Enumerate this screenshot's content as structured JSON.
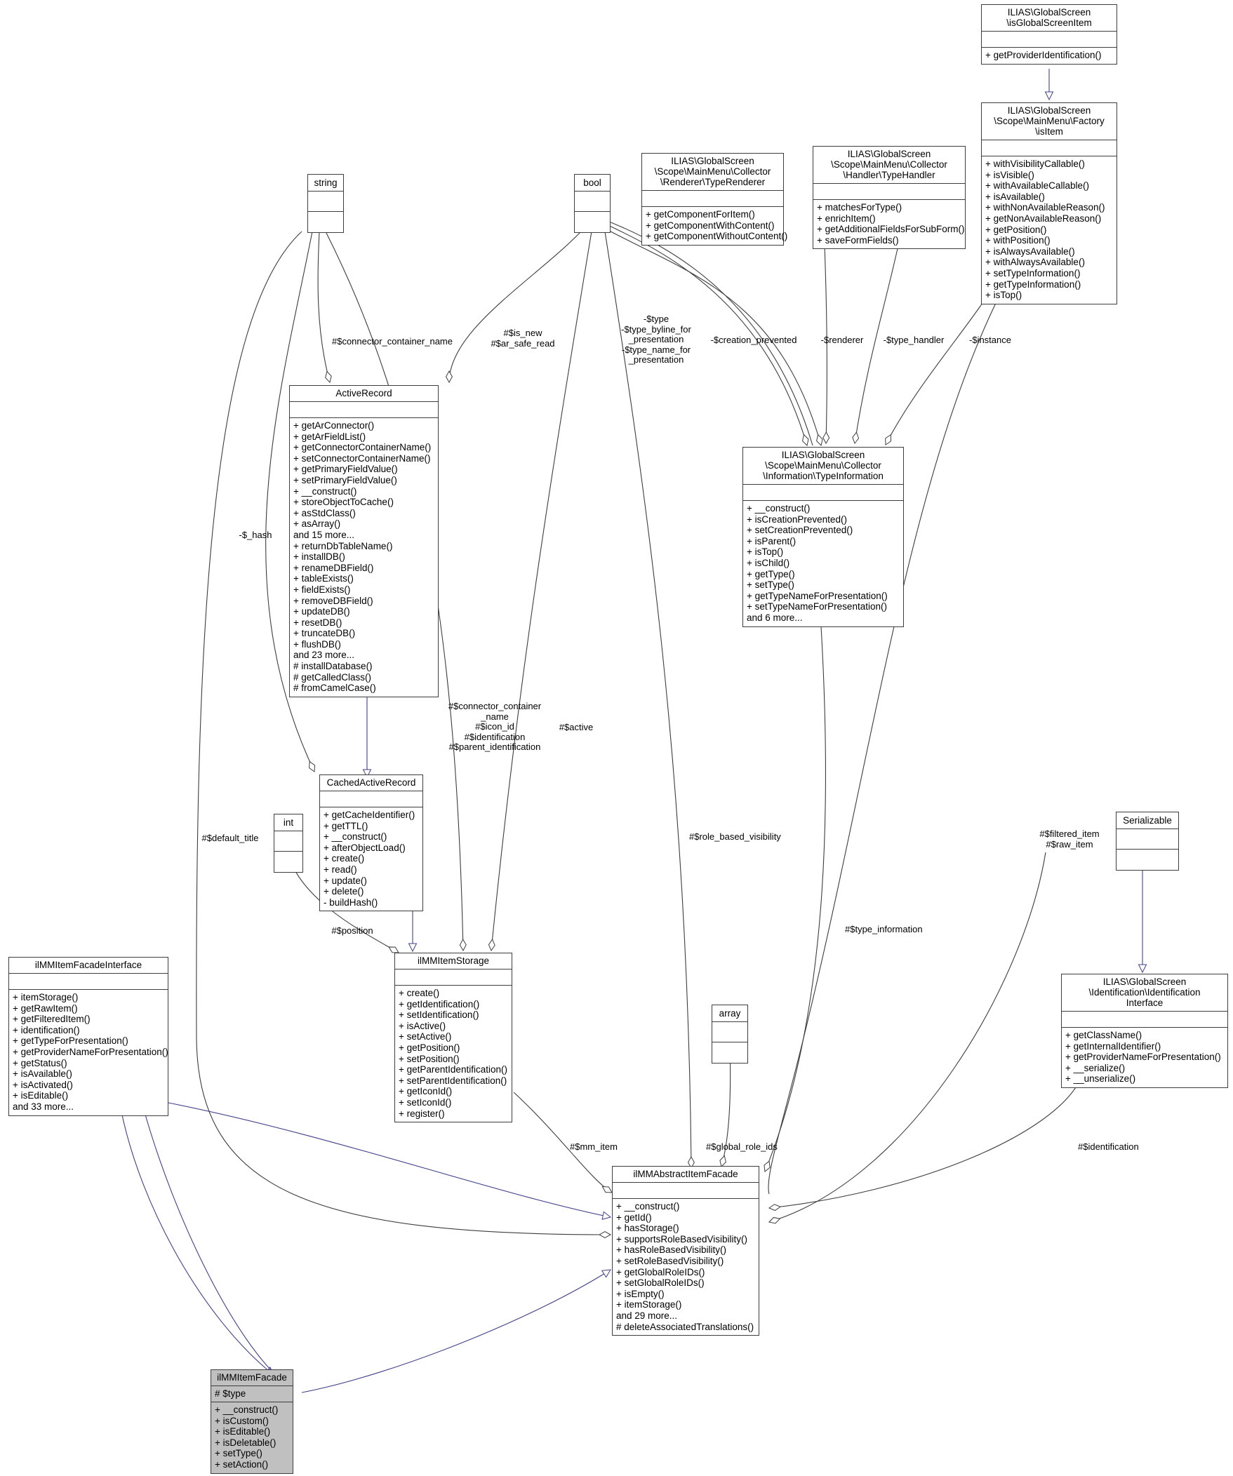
{
  "diagram": {
    "type": "uml-class-diagram",
    "title": "ilMMItemFacade Collaboration Diagram",
    "background": "#ffffff",
    "line_color": "#3d3d3d",
    "inherit_color": "#41418c",
    "highlight_fill": "#c0c0c0"
  },
  "nodes": [
    {
      "id": "isGlobalScreenItem",
      "title": "ILIAS\\GlobalScreen\n\\isGlobalScreenItem",
      "attrs": [],
      "ops": [
        "+ getProviderIdentification()"
      ],
      "filled": false
    },
    {
      "id": "isItem",
      "title": "ILIAS\\GlobalScreen\n\\Scope\\MainMenu\\Factory\n\\isItem",
      "attrs": [],
      "ops": [
        "+ withVisibilityCallable()",
        "+ isVisible()",
        "+ withAvailableCallable()",
        "+ isAvailable()",
        "+ withNonAvailableReason()",
        "+ getNonAvailableReason()",
        "+ getPosition()",
        "+ withPosition()",
        "+ isAlwaysAvailable()",
        "+ withAlwaysAvailable()",
        "+ setTypeInformation()",
        "+ getTypeInformation()",
        "+ isTop()"
      ],
      "filled": false
    },
    {
      "id": "string",
      "title": "string",
      "attrs": [],
      "ops": [],
      "filled": false
    },
    {
      "id": "bool",
      "title": "bool",
      "attrs": [],
      "ops": [],
      "filled": false
    },
    {
      "id": "int",
      "title": "int",
      "attrs": [],
      "ops": [],
      "filled": false
    },
    {
      "id": "array",
      "title": "array",
      "attrs": [],
      "ops": [],
      "filled": false
    },
    {
      "id": "Serializable",
      "title": "Serializable",
      "attrs": [],
      "ops": [],
      "filled": false
    },
    {
      "id": "TypeRenderer",
      "title": "ILIAS\\GlobalScreen\n\\Scope\\MainMenu\\Collector\n\\Renderer\\TypeRenderer",
      "attrs": [],
      "ops": [
        "+ getComponentForItem()",
        "+ getComponentWithContent()",
        "+ getComponentWithoutContent()"
      ],
      "filled": false
    },
    {
      "id": "TypeHandler",
      "title": "ILIAS\\GlobalScreen\n\\Scope\\MainMenu\\Collector\n\\Handler\\TypeHandler",
      "attrs": [],
      "ops": [
        "+ matchesForType()",
        "+ enrichItem()",
        "+ getAdditionalFieldsForSubForm()",
        "+ saveFormFields()"
      ],
      "filled": false
    },
    {
      "id": "TypeInformation",
      "title": "ILIAS\\GlobalScreen\n\\Scope\\MainMenu\\Collector\n\\Information\\TypeInformation",
      "attrs": [],
      "ops": [
        "+ __construct()",
        "+ isCreationPrevented()",
        "+ setCreationPrevented()",
        "+ isParent()",
        "+ isTop()",
        "+ isChild()",
        "+ getType()",
        "+ setType()",
        "+ getTypeNameForPresentation()",
        "+ setTypeNameForPresentation()",
        "and 6 more..."
      ],
      "filled": false
    },
    {
      "id": "ActiveRecord",
      "title": "ActiveRecord",
      "attrs": [],
      "ops": [
        "+ getArConnector()",
        "+ getArFieldList()",
        "+ getConnectorContainerName()",
        "+ setConnectorContainerName()",
        "+ getPrimaryFieldValue()",
        "+ setPrimaryFieldValue()",
        "+ __construct()",
        "+ storeObjectToCache()",
        "+ asStdClass()",
        "+ asArray()",
        "and 15 more...",
        "+ returnDbTableName()",
        "+ installDB()",
        "+ renameDBField()",
        "+ tableExists()",
        "+ fieldExists()",
        "+ removeDBField()",
        "+ updateDB()",
        "+ resetDB()",
        "+ truncateDB()",
        "+ flushDB()",
        "and 23 more...",
        "# installDatabase()",
        "# getCalledClass()",
        "# fromCamelCase()"
      ],
      "filled": false
    },
    {
      "id": "CachedActiveRecord",
      "title": "CachedActiveRecord",
      "attrs": [],
      "ops": [
        "+ getCacheIdentifier()",
        "+ getTTL()",
        "+ __construct()",
        "+ afterObjectLoad()",
        "+ create()",
        "+ read()",
        "+ update()",
        "+ delete()",
        "- buildHash()"
      ],
      "filled": false
    },
    {
      "id": "ilMMItemStorage",
      "title": "ilMMItemStorage",
      "attrs": [],
      "ops": [
        "+ create()",
        "+ getIdentification()",
        "+ setIdentification()",
        "+ isActive()",
        "+ setActive()",
        "+ getPosition()",
        "+ setPosition()",
        "+ getParentIdentification()",
        "+ setParentIdentification()",
        "+ getIconId()",
        "+ setIconId()",
        "+ register()"
      ],
      "filled": false
    },
    {
      "id": "ilMMItemFacadeInterface",
      "title": "ilMMItemFacadeInterface",
      "attrs": [],
      "ops": [
        "+ itemStorage()",
        "+ getRawItem()",
        "+ getFilteredItem()",
        "+ identification()",
        "+ getTypeForPresentation()",
        "+ getProviderNameForPresentation()",
        "+ getStatus()",
        "+ isAvailable()",
        "+ isActivated()",
        "+ isEditable()",
        "and 33 more..."
      ],
      "filled": false
    },
    {
      "id": "ilMMAbstractItemFacade",
      "title": "ilMMAbstractItemFacade",
      "attrs": [],
      "ops": [
        "+ __construct()",
        "+ getId()",
        "+ hasStorage()",
        "+ supportsRoleBasedVisibility()",
        "+ hasRoleBasedVisibility()",
        "+ setRoleBasedVisibility()",
        "+ getGlobalRoleIDs()",
        "+ setGlobalRoleIDs()",
        "+ isEmpty()",
        "+ itemStorage()",
        "and 29 more...",
        "# deleteAssociatedTranslations()"
      ],
      "filled": false
    },
    {
      "id": "IdentificationInterface",
      "title": "ILIAS\\GlobalScreen\n\\Identification\\Identification\nInterface",
      "attrs": [],
      "ops": [
        "+ getClassName()",
        "+ getInternalIdentifier()",
        "+ getProviderNameForPresentation()",
        "+ __serialize()",
        "+ __unserialize()"
      ],
      "filled": false
    },
    {
      "id": "ilMMItemFacade",
      "title": "ilMMItemFacade",
      "attrs": [
        "# $type"
      ],
      "ops": [
        "+ __construct()",
        "+ isCustom()",
        "+ isEditable()",
        "+ isDeletable()",
        "+ setType()",
        "+ setAction()"
      ],
      "filled": true
    }
  ],
  "edge_labels": [
    {
      "id": "connector-container-name-ar",
      "text": "#$connector_container_name"
    },
    {
      "id": "is-new-ar-safe-read",
      "text": "#$is_new\n#$ar_safe_read"
    },
    {
      "id": "type-byline-name",
      "text": "-$type\n-$type_byline_for\n_presentation\n-$type_name_for\n_presentation"
    },
    {
      "id": "creation-prevented",
      "text": "-$creation_prevented"
    },
    {
      "id": "renderer",
      "text": "-$renderer"
    },
    {
      "id": "type-handler",
      "text": "-$type_handler"
    },
    {
      "id": "instance",
      "text": "-$instance"
    },
    {
      "id": "hash",
      "text": "-$_hash"
    },
    {
      "id": "default-title",
      "text": "#$default_title"
    },
    {
      "id": "storage-fields",
      "text": "#$connector_container\n_name\n#$icon_id\n#$identification\n#$parent_identification"
    },
    {
      "id": "active",
      "text": "#$active"
    },
    {
      "id": "position",
      "text": "#$position"
    },
    {
      "id": "role-based-visibility",
      "text": "#$role_based_visibility"
    },
    {
      "id": "type-information",
      "text": "#$type_information"
    },
    {
      "id": "filtered-raw-item",
      "text": "#$filtered_item\n#$raw_item"
    },
    {
      "id": "mm-item",
      "text": "#$mm_item"
    },
    {
      "id": "global-role-ids",
      "text": "#$global_role_ids"
    },
    {
      "id": "identification",
      "text": "#$identification"
    }
  ]
}
